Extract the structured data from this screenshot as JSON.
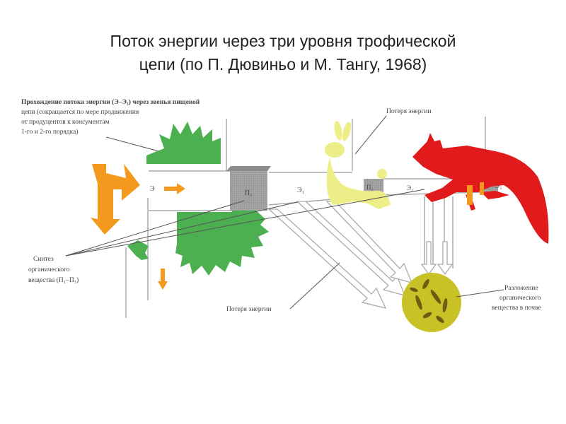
{
  "slide": {
    "title_line1": "Поток энергии через три уровня трофической",
    "title_line2": "цепи (по П. Дювиньо и М. Тангу, 1968)"
  },
  "diagram": {
    "caption_lines": [
      "Прохождение потока энергии (Э–Э₃) через звенья пищевой",
      "цепи (сокращается по мере продвижения",
      "от продуцентов к консументам",
      "1-го и 2-го порядка)"
    ],
    "energy_loss_top": "Потеря энергии",
    "energy_loss_bottom": "Потеря энергии",
    "synthesis_lines": [
      "Синтез",
      "органического",
      "вещества (П₁–П₃)"
    ],
    "decomposition_lines": [
      "Разложение",
      "органического",
      "вещества в почве"
    ],
    "labels": {
      "e": "Э",
      "e1": "Э₁",
      "e2": "Э₂",
      "e3": "Э₃",
      "p1": "П₁",
      "p2": "П₂",
      "p3": "П₃"
    },
    "colors": {
      "plant": "#4caf50",
      "rabbit": "#eeee88",
      "fox": "#e11b1b",
      "sun_arrow": "#f39a1e",
      "soil": "#c8c227",
      "block": "#9e9e9e"
    }
  }
}
